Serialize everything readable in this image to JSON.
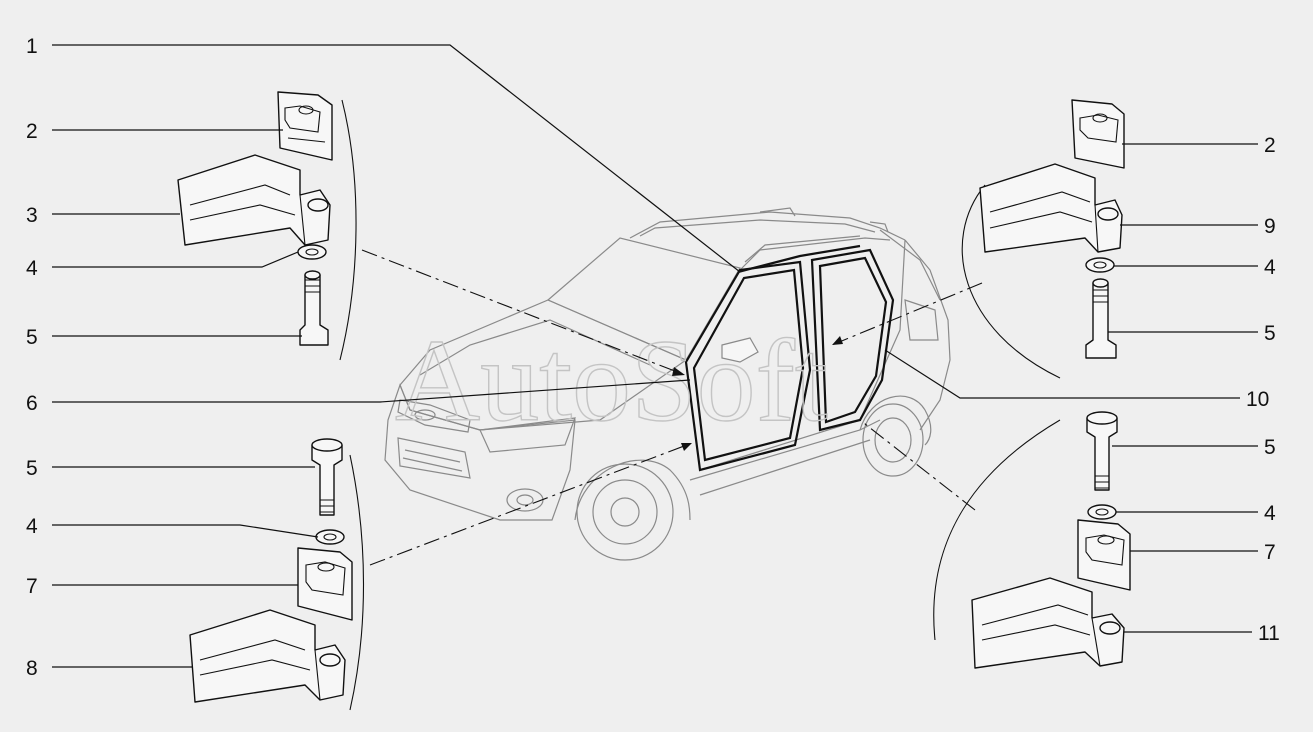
{
  "watermark": "AutoSoft",
  "callouts": {
    "c1": "1",
    "c2_left": "2",
    "c3": "3",
    "c4_left_top": "4",
    "c5_left_top": "5",
    "c6": "6",
    "c5_left_bottom": "5",
    "c4_left_bottom": "4",
    "c7_left": "7",
    "c8": "8",
    "c2_right": "2",
    "c9": "9",
    "c4_right_top": "4",
    "c5_right_top": "5",
    "c10": "10",
    "c5_right_bottom": "5",
    "c4_right_bottom": "4",
    "c7_right": "7",
    "c11": "11"
  }
}
